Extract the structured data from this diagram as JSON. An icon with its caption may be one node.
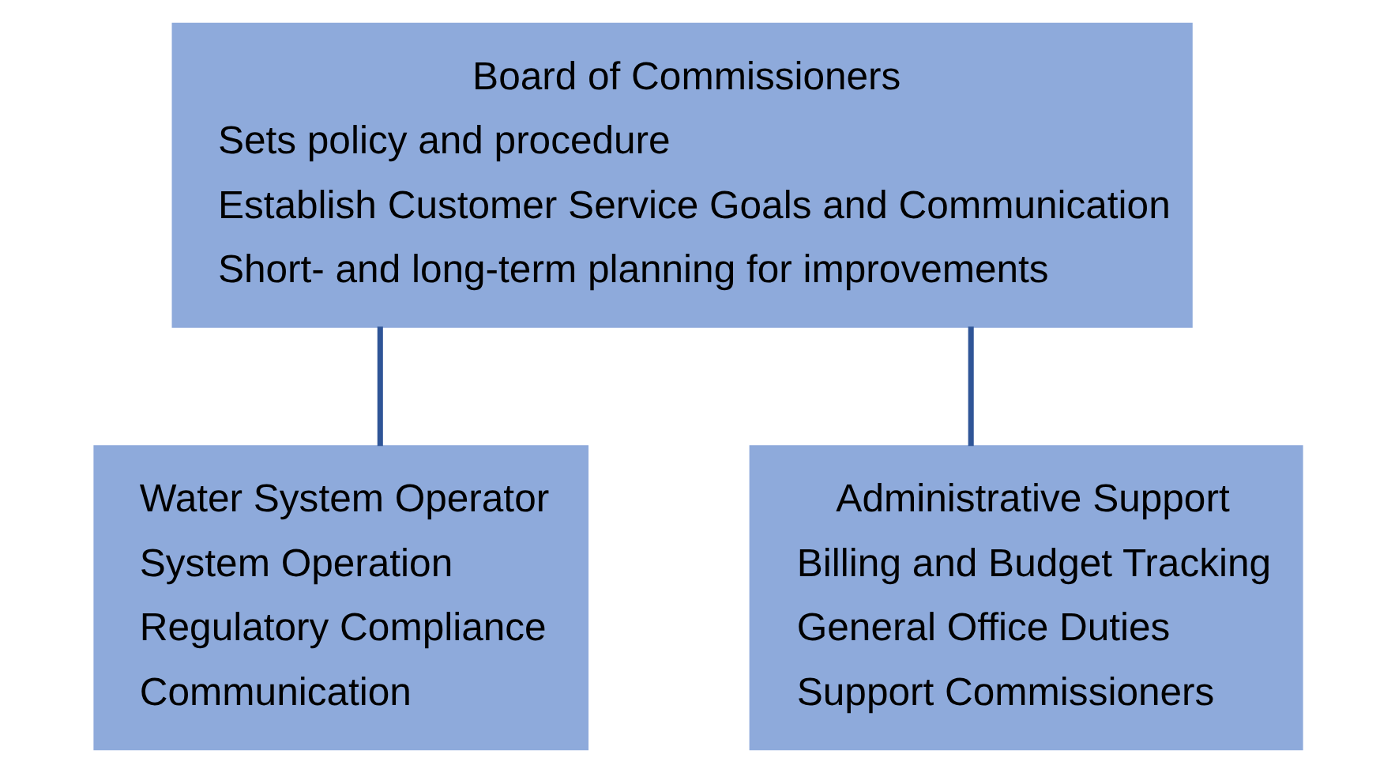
{
  "diagram": {
    "nodes": [
      {
        "text": [
          "Board of Commissioners",
          "Sets policy and procedure",
          "Establish Customer Service Goals and Communication",
          "Short- and long-term planning for improvements"
        ]
      },
      {
        "text": [
          "Water System Operator",
          "System Operation",
          "Regulatory Compliance",
          "Communication"
        ]
      },
      {
        "text": [
          "Administrative Support",
          "Billing and Budget Tracking",
          "General Office Duties",
          "Support Commissioners"
        ]
      }
    ],
    "edges": [
      {
        "from": 0,
        "to": 1,
        "arrow": "none"
      },
      {
        "from": 0,
        "to": 2,
        "arrow": "none"
      }
    ]
  }
}
